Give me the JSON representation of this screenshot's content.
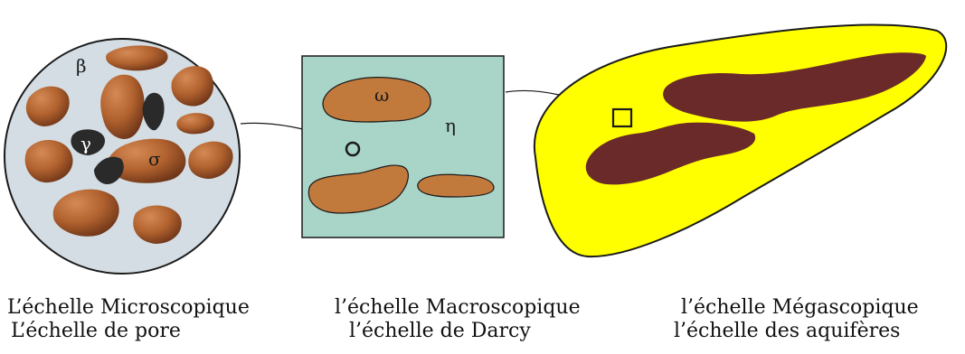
{
  "colors": {
    "pore_disc": "#d3dde3",
    "grain": "#b0612e",
    "grain_dark": "#6e3518",
    "gas_phase": "#2a2a2a",
    "macro_box": "#a9d4c8",
    "macro_inclusion": "#c27a3c",
    "aquifer_body": "#ffff00",
    "aquifer_lens": "#6b2a2a",
    "outline": "#1a1a1a"
  },
  "symbols": {
    "beta": "β",
    "gamma": "γ",
    "sigma": "σ",
    "omega": "ω",
    "eta": "η"
  },
  "captions": {
    "micro": {
      "line1": "L’échelle Microscopique",
      "line2": "L’échelle de pore"
    },
    "macro": {
      "line1": "l’échelle Macroscopique",
      "line2": "l’échelle de  Darcy"
    },
    "mega": {
      "line1": "l’échelle Mégascopique",
      "line2": "l’échelle des aquifères"
    }
  }
}
